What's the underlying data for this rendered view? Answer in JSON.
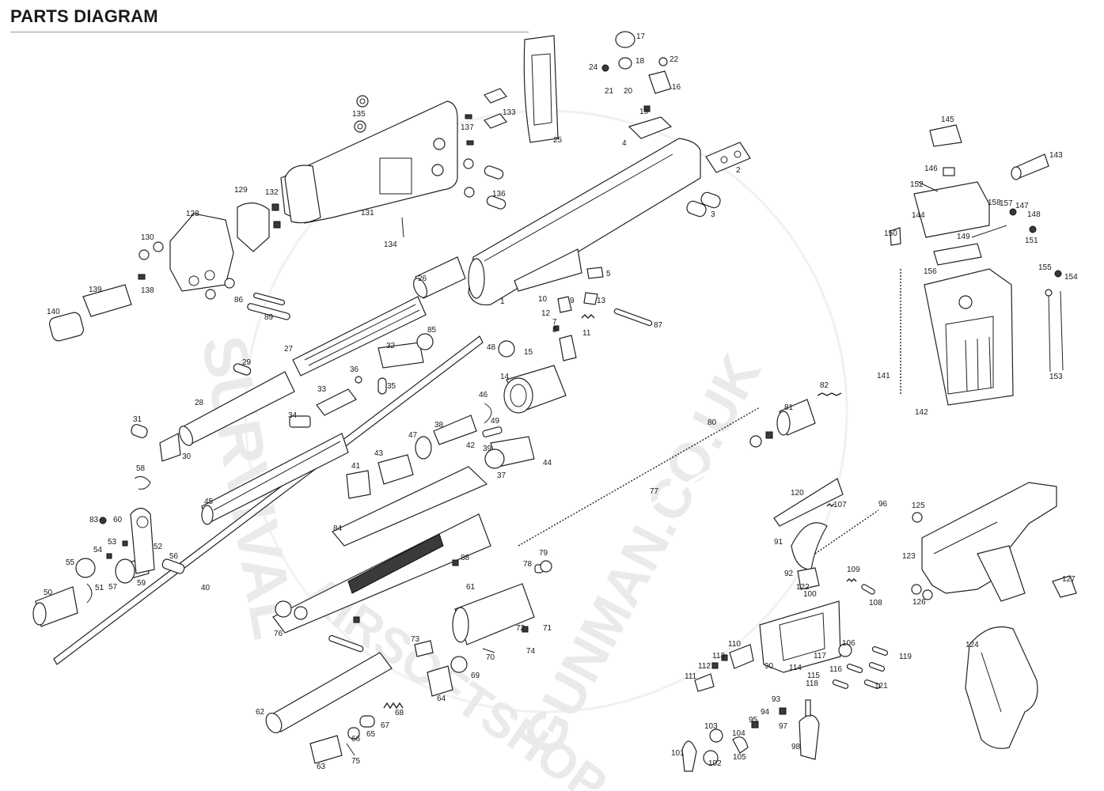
{
  "title": "PARTS DIAGRAM",
  "watermark": {
    "left_text": "SURVIVAL",
    "bottom_text": "AIRSOFTSHOP",
    "right_text": "GUNMAN.CO.UK"
  },
  "parts": [
    "1",
    "2",
    "3",
    "4",
    "5",
    "7",
    "8",
    "9",
    "10",
    "11",
    "12",
    "13",
    "14",
    "15",
    "16",
    "17",
    "18",
    "19",
    "20",
    "21",
    "22",
    "24",
    "25",
    "26",
    "27",
    "28",
    "29",
    "30",
    "31",
    "32",
    "33",
    "34",
    "35",
    "36",
    "37",
    "38",
    "39",
    "40",
    "41",
    "42",
    "43",
    "44",
    "45",
    "46",
    "47",
    "48",
    "49",
    "50",
    "51",
    "52",
    "53",
    "54",
    "55",
    "56",
    "57",
    "58",
    "59",
    "60",
    "61",
    "62",
    "63",
    "64",
    "65",
    "66",
    "67",
    "68",
    "69",
    "70",
    "71",
    "72",
    "73",
    "74",
    "75",
    "76",
    "77",
    "78",
    "79",
    "80",
    "81",
    "82",
    "83",
    "84",
    "85",
    "86",
    "87",
    "88",
    "89",
    "90",
    "91",
    "92",
    "93",
    "94",
    "95",
    "96",
    "97",
    "98",
    "100",
    "101",
    "102",
    "103",
    "104",
    "105",
    "106",
    "107",
    "108",
    "109",
    "110",
    "111",
    "112",
    "113",
    "114",
    "115",
    "116",
    "117",
    "118",
    "119",
    "120",
    "121",
    "122",
    "123",
    "124",
    "125",
    "126",
    "127",
    "128",
    "129",
    "130",
    "131",
    "132",
    "133",
    "134",
    "135",
    "136",
    "137",
    "138",
    "139",
    "140",
    "141",
    "142",
    "143",
    "144",
    "145",
    "146",
    "147",
    "148",
    "149",
    "150",
    "151",
    "152",
    "153",
    "154",
    "155",
    "156",
    "157",
    "158"
  ]
}
